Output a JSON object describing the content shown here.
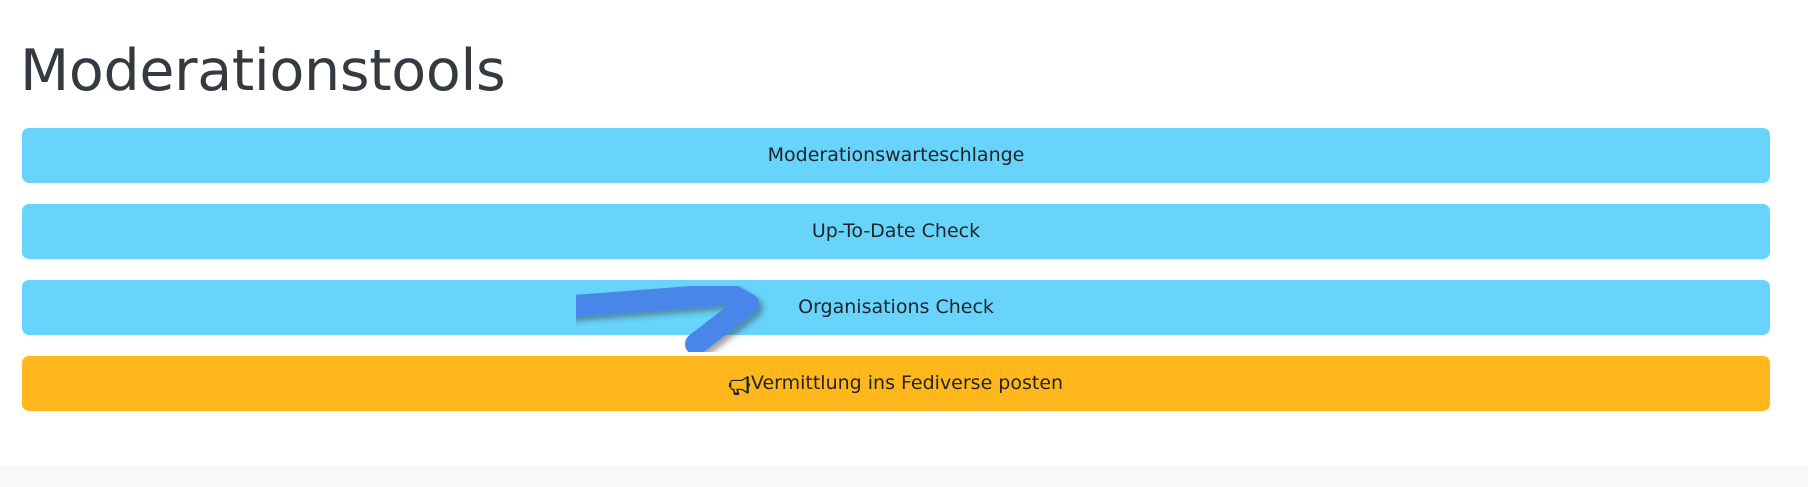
{
  "page": {
    "title": "Moderationstools",
    "background_color": "#ffffff",
    "title_color": "#343a40"
  },
  "colors": {
    "button_info": "#68d4fb",
    "button_warning": "#ffb71b",
    "button_text": "#212529",
    "footer_band": "#f8f9fa",
    "annotation_arrow": "#4a86ea"
  },
  "buttons": [
    {
      "label": "Moderationswarteschlange",
      "style": "info",
      "icon": null
    },
    {
      "label": "Up-To-Date Check",
      "style": "info",
      "icon": null
    },
    {
      "label": "Organisations Check",
      "style": "info",
      "icon": null,
      "annotated": true
    },
    {
      "label": "Vermittlung ins Fediverse posten",
      "style": "warning",
      "icon": "bullhorn-icon"
    }
  ],
  "annotation": {
    "type": "arrow",
    "direction": "right",
    "points_to": "Organisations Check",
    "color": "#4a86ea"
  }
}
